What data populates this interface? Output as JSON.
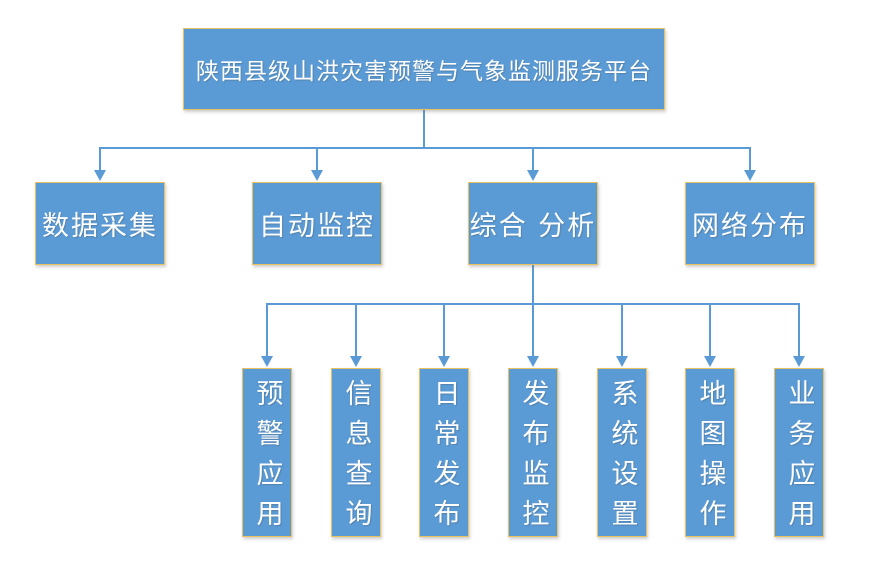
{
  "diagram": {
    "root": {
      "label": "陕西县级山洪灾害预警与气象监测服务平台"
    },
    "level2": [
      {
        "label": "数据采集"
      },
      {
        "label": "自动监控"
      },
      {
        "label": "综合 分析"
      },
      {
        "label": "网络分布"
      }
    ],
    "level3": [
      {
        "label": "预警应用"
      },
      {
        "label": "信息查询"
      },
      {
        "label": "日常发布"
      },
      {
        "label": "发布监控"
      },
      {
        "label": "系统设置"
      },
      {
        "label": "地图操作"
      },
      {
        "label": "业务应用"
      }
    ],
    "colors": {
      "box_fill": "#5B9BD5",
      "box_border": "#E9C25F",
      "connector": "#5B9BD5",
      "text_color": "#FFFFFF",
      "background": "#FFFFFF"
    }
  }
}
